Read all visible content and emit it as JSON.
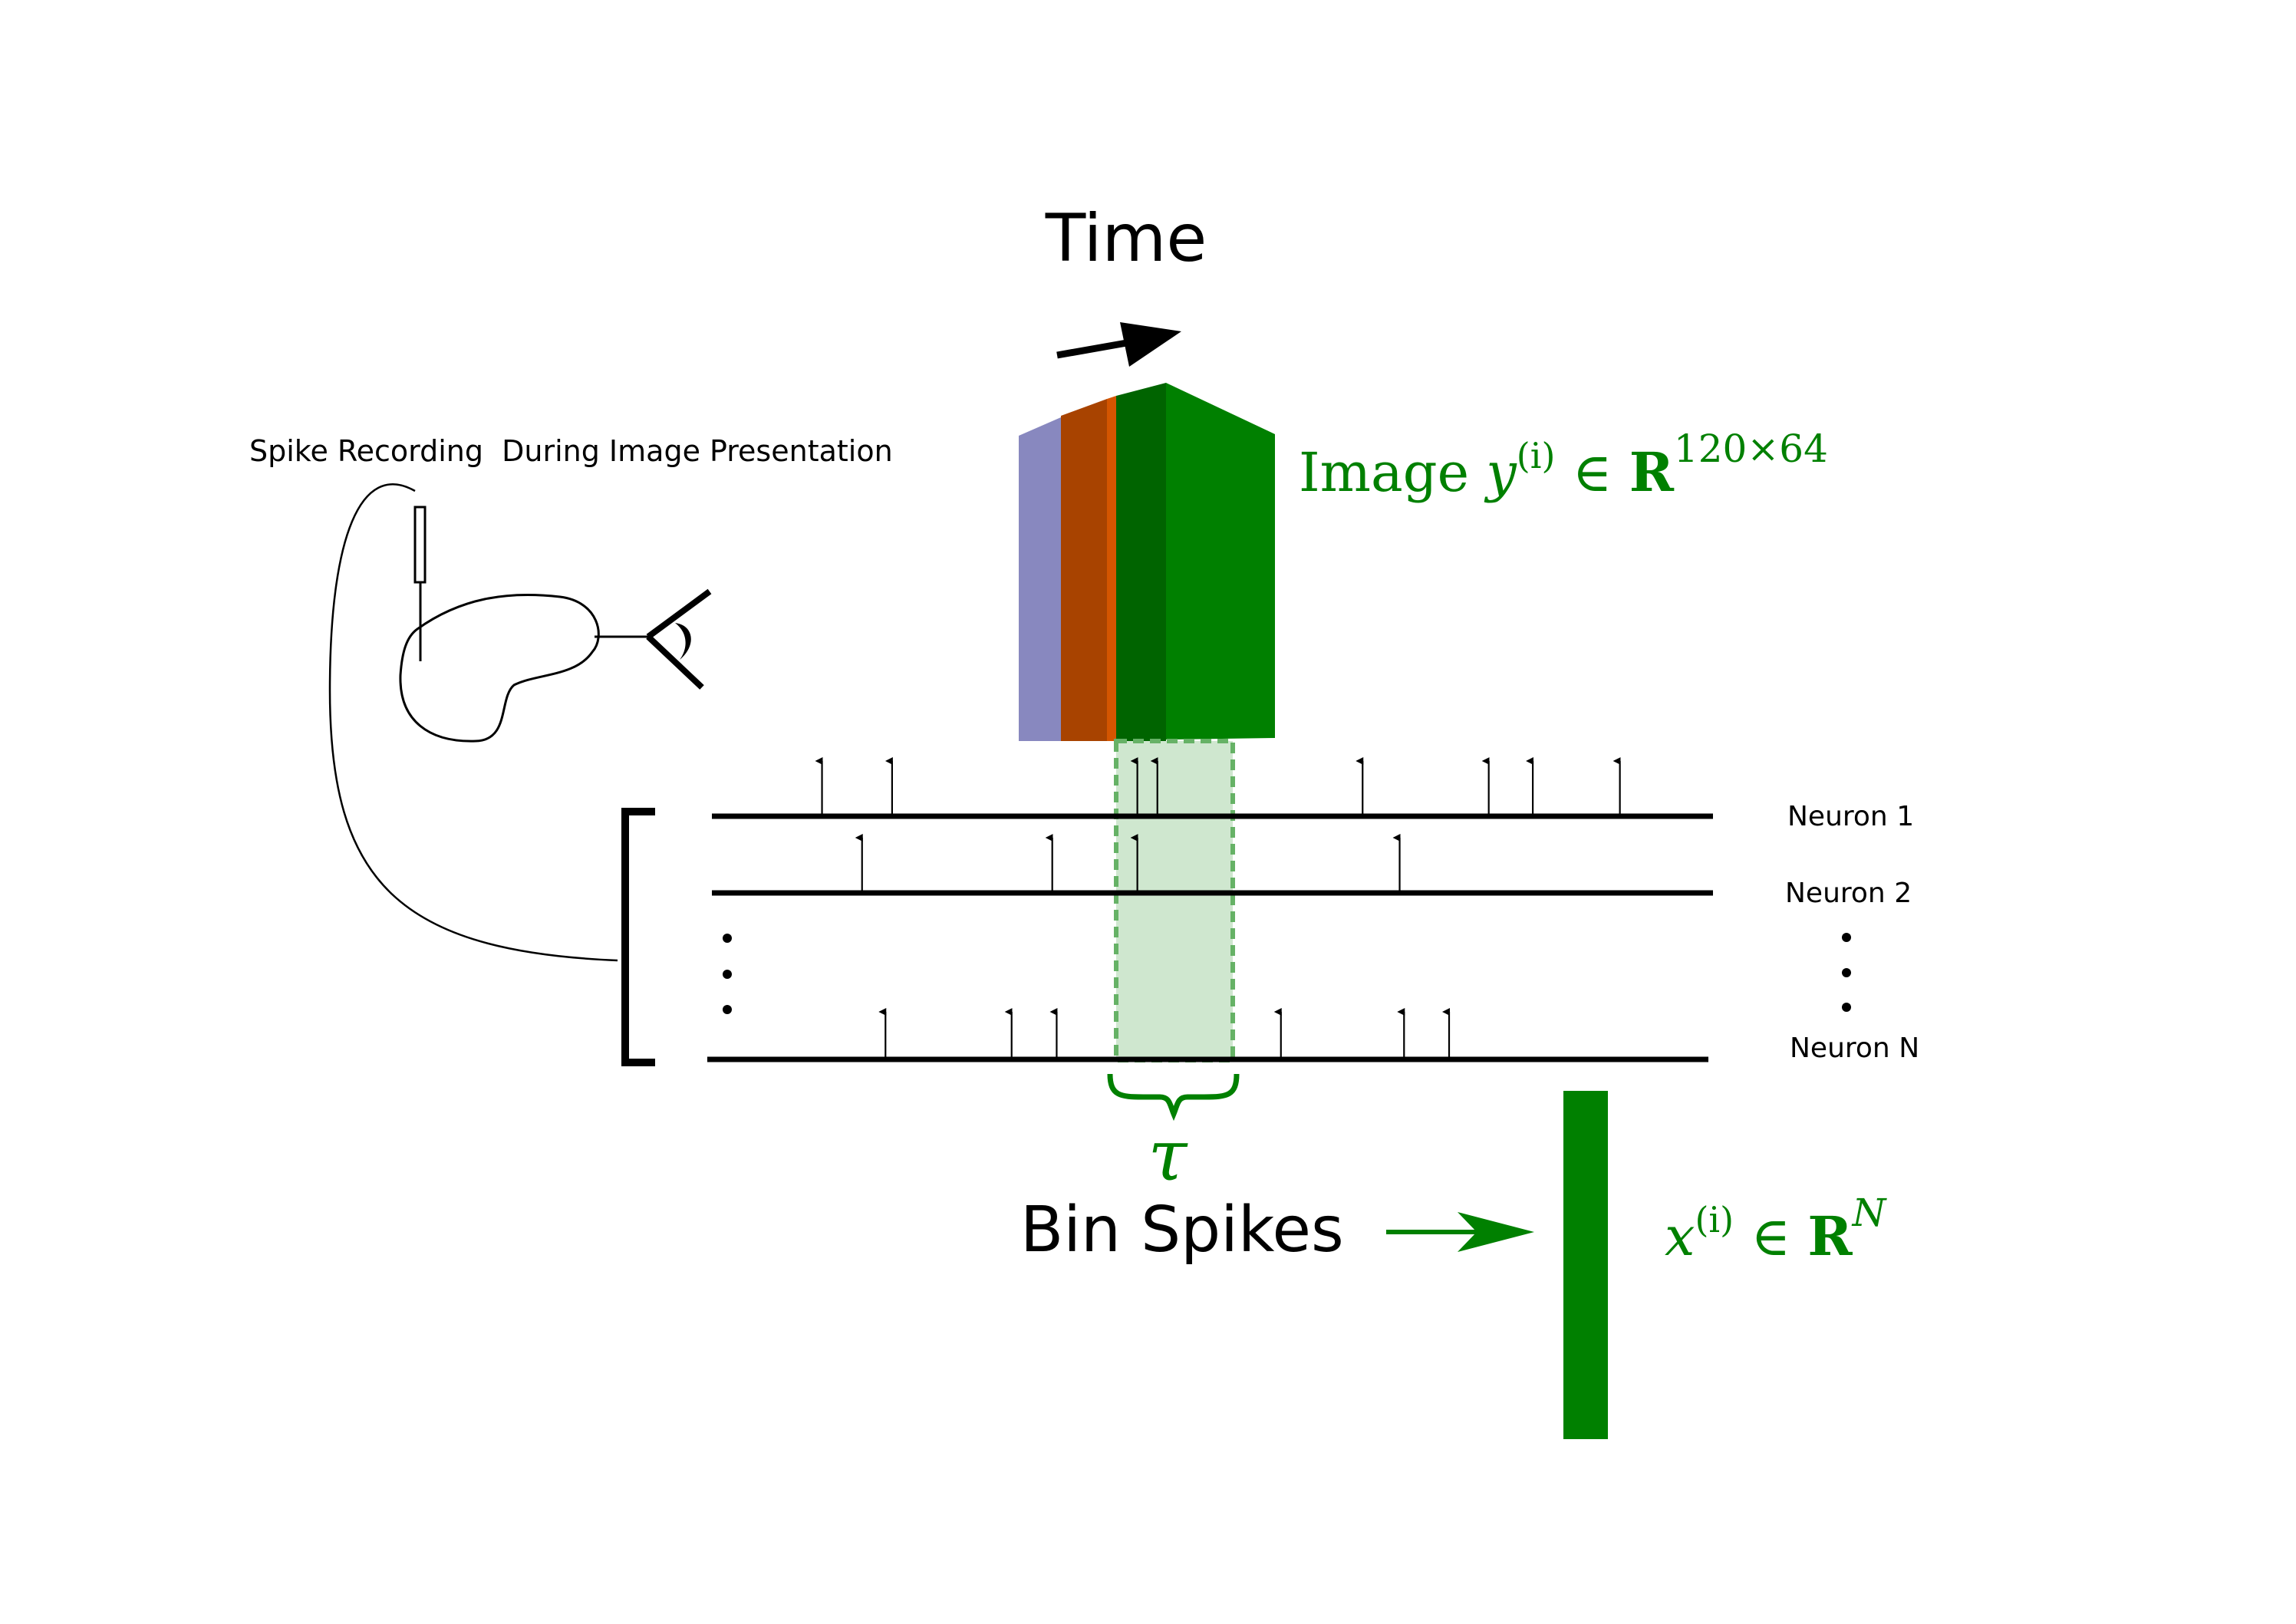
{
  "title": "Time",
  "recording_label": "Spike Recording  During Image Presentation",
  "image_label": {
    "prefix": "Image ",
    "var": "y",
    "sup": "(i)",
    "member": " ∈ ",
    "space": "R",
    "dims": "120×64"
  },
  "neurons": [
    {
      "label": "Neuron 1",
      "spikes": [
        0.11,
        0.18,
        0.425,
        0.445,
        0.65,
        0.776,
        0.82,
        0.907
      ]
    },
    {
      "label": "Neuron 2",
      "spikes": [
        0.15,
        0.34,
        0.425,
        0.687
      ]
    },
    {
      "label": "Neuron N",
      "spikes": [
        0.178,
        0.304,
        0.349,
        0.573,
        0.696,
        0.741
      ]
    }
  ],
  "tau_label": "τ",
  "bin_label": "Bin Spikes",
  "vector_label": {
    "var": "x",
    "sup": "(i)",
    "member": " ∈ ",
    "space": "R",
    "dims": "N"
  },
  "colors": {
    "green": "#008000",
    "dark_green": "#006400",
    "orange": "#a84300",
    "orange_edge": "#d45500",
    "lavender": "#8888bf",
    "bin_fill": "#cfe7cf",
    "bin_stroke": "#66b266",
    "text": "#000000"
  }
}
